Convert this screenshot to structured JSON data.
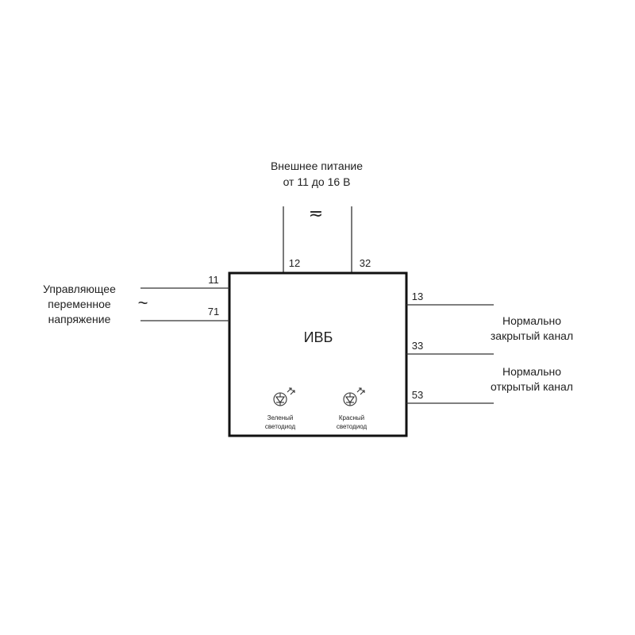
{
  "power": {
    "line1": "Внешнее питание",
    "line2": "от 11 до 16 В",
    "symbol": "≂"
  },
  "control": {
    "line1": "Управляющее",
    "line2": "переменное",
    "line3": "напряжение",
    "symbol": "~"
  },
  "block": {
    "title": "ИВБ"
  },
  "terminals": {
    "t11": "11",
    "t71": "71",
    "t12": "12",
    "t32": "32",
    "t13": "13",
    "t33": "33",
    "t53": "53"
  },
  "outputs": {
    "nc_line1": "Нормально",
    "nc_line2": "закрытый канал",
    "no_line1": "Нормально",
    "no_line2": "открытый канал"
  },
  "leds": {
    "green_line1": "Зеленый",
    "green_line2": "светодиод",
    "red_line1": "Красный",
    "red_line2": "светодиод"
  }
}
